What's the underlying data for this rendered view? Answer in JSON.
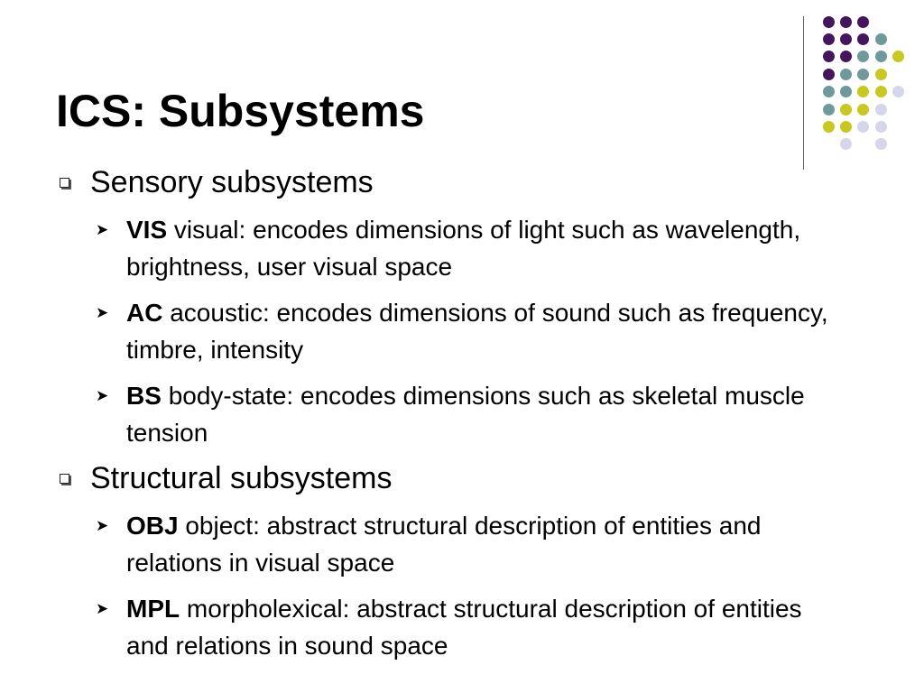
{
  "title": "ICS: Subsystems",
  "colors": {
    "purple": "#45165e",
    "teal": "#6f9a9b",
    "lime": "#c8c81e",
    "lavender": "#d6d6ea"
  },
  "sections": [
    {
      "heading": "Sensory subsystems",
      "items": [
        {
          "abbr": "VIS",
          "text": "visual: encodes dimensions of light such as wavelength, brightness, user visual space"
        },
        {
          "abbr": "AC",
          "text": "acoustic: encodes dimensions of sound such as frequency, timbre, intensity"
        },
        {
          "abbr": "BS",
          "text": "body-state: encodes dimensions such as skeletal muscle tension"
        }
      ]
    },
    {
      "heading": "Structural subsystems",
      "items": [
        {
          "abbr": "OBJ",
          "text": "object: abstract structural description of entities and relations in visual space"
        },
        {
          "abbr": "MPL",
          "text": "morpholexical: abstract structural description of entities and relations in sound space"
        }
      ]
    }
  ]
}
